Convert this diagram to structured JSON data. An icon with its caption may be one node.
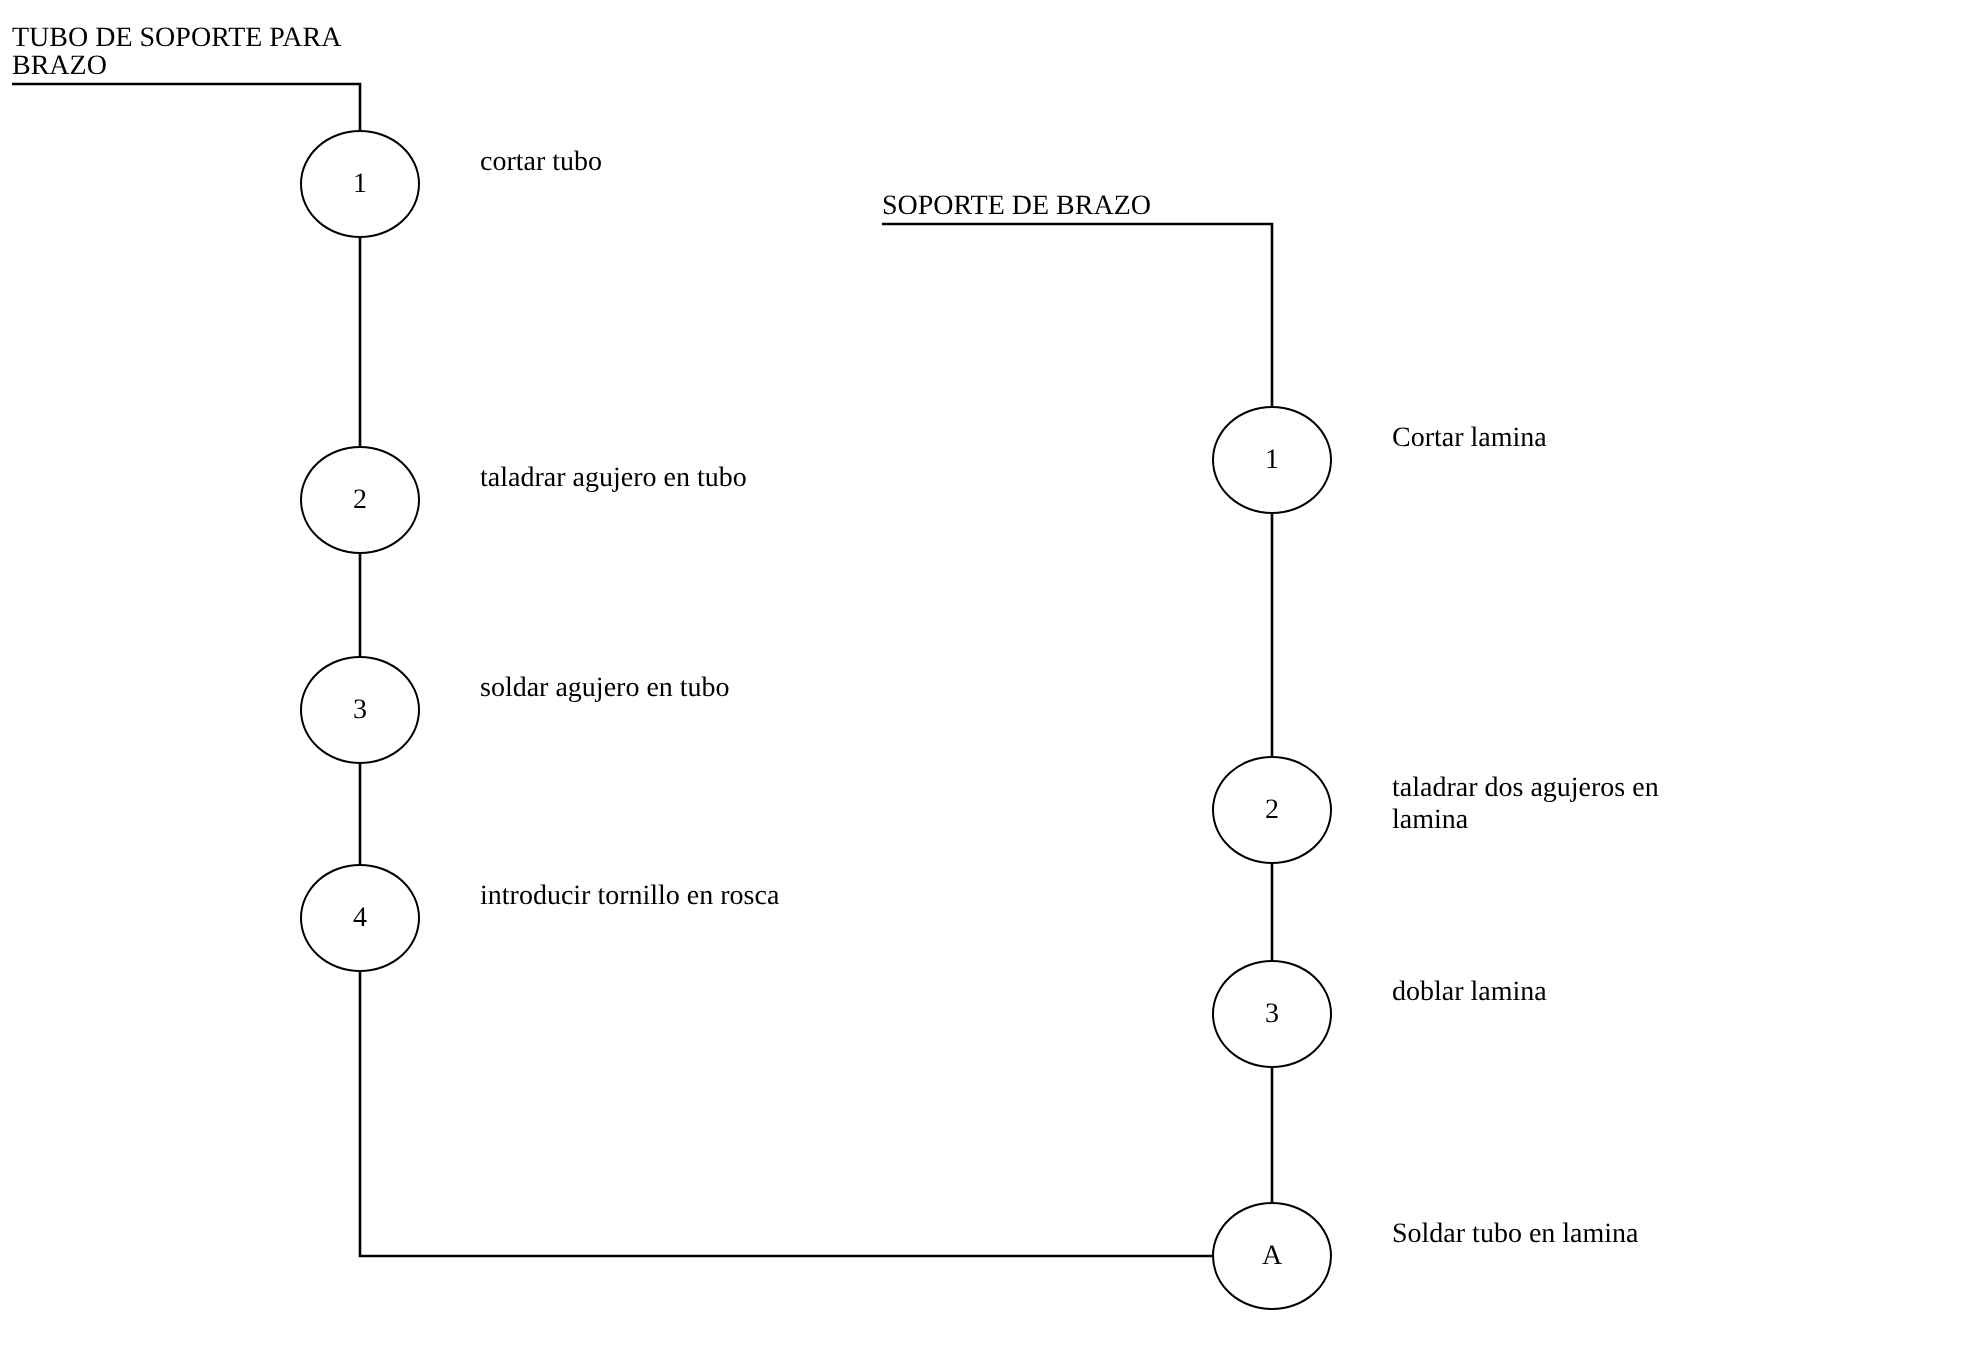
{
  "diagram": {
    "nodes": [
      {
        "text": [
          "TUBO DE SOPORTE PARA BRAZO"
        ]
      },
      {
        "text": [
          "1"
        ],
        "beside": [
          "cortar tubo"
        ]
      },
      {
        "text": [
          "2"
        ],
        "beside": [
          "taladrar agujero en tubo"
        ]
      },
      {
        "text": [
          "3"
        ],
        "beside": [
          "soldar agujero en tubo"
        ]
      },
      {
        "text": [
          "4"
        ],
        "beside": [
          "introducir tornillo en rosca"
        ]
      },
      {
        "text": [
          "SOPORTE DE BRAZO"
        ]
      },
      {
        "text": [
          "1"
        ],
        "beside": [
          "Cortar lamina"
        ]
      },
      {
        "text": [
          "2"
        ],
        "beside": [
          "taladrar dos agujeros en lamina"
        ]
      },
      {
        "text": [
          "3"
        ],
        "beside": [
          "doblar lamina"
        ]
      },
      {
        "text": [
          "A"
        ],
        "beside": [
          "Soldar tubo en lamina"
        ]
      }
    ],
    "edges": [
      {
        "from": 0,
        "to": 1,
        "arrow": "none"
      },
      {
        "from": 1,
        "to": 2,
        "arrow": "none"
      },
      {
        "from": 2,
        "to": 3,
        "arrow": "none"
      },
      {
        "from": 3,
        "to": 4,
        "arrow": "none"
      },
      {
        "from": 4,
        "to": 9,
        "arrow": "none"
      },
      {
        "from": 5,
        "to": 6,
        "arrow": "none"
      },
      {
        "from": 6,
        "to": 7,
        "arrow": "none"
      },
      {
        "from": 7,
        "to": 8,
        "arrow": "none"
      },
      {
        "from": 8,
        "to": 9,
        "arrow": "none"
      }
    ]
  }
}
